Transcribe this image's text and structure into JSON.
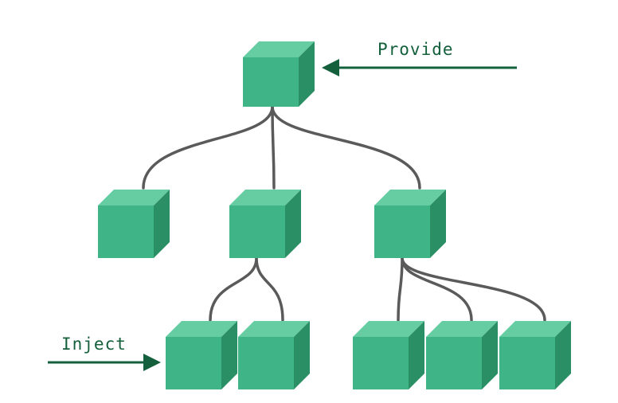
{
  "labels": {
    "provide": "Provide",
    "inject": "Inject"
  },
  "colors": {
    "cube_front": "#3fb587",
    "cube_top": "#66cca2",
    "cube_side": "#2b8f66",
    "connector": "#5a5a5a",
    "arrow": "#15603c",
    "text": "#15603c"
  },
  "diagram": {
    "nodes": [
      {
        "id": "root"
      },
      {
        "id": "child-left"
      },
      {
        "id": "child-middle"
      },
      {
        "id": "child-right"
      },
      {
        "id": "grandchild-1"
      },
      {
        "id": "grandchild-2"
      },
      {
        "id": "grandchild-3"
      },
      {
        "id": "grandchild-4"
      },
      {
        "id": "grandchild-5"
      }
    ],
    "edges": [
      {
        "from": "root",
        "to": "child-left"
      },
      {
        "from": "root",
        "to": "child-middle"
      },
      {
        "from": "root",
        "to": "child-right"
      },
      {
        "from": "child-middle",
        "to": "grandchild-1"
      },
      {
        "from": "child-middle",
        "to": "grandchild-2"
      },
      {
        "from": "child-right",
        "to": "grandchild-3"
      },
      {
        "from": "child-right",
        "to": "grandchild-4"
      },
      {
        "from": "child-right",
        "to": "grandchild-5"
      }
    ],
    "arrows": [
      {
        "id": "provide-arrow",
        "target": "root"
      },
      {
        "id": "inject-arrow",
        "target": "grandchild-1"
      }
    ]
  }
}
